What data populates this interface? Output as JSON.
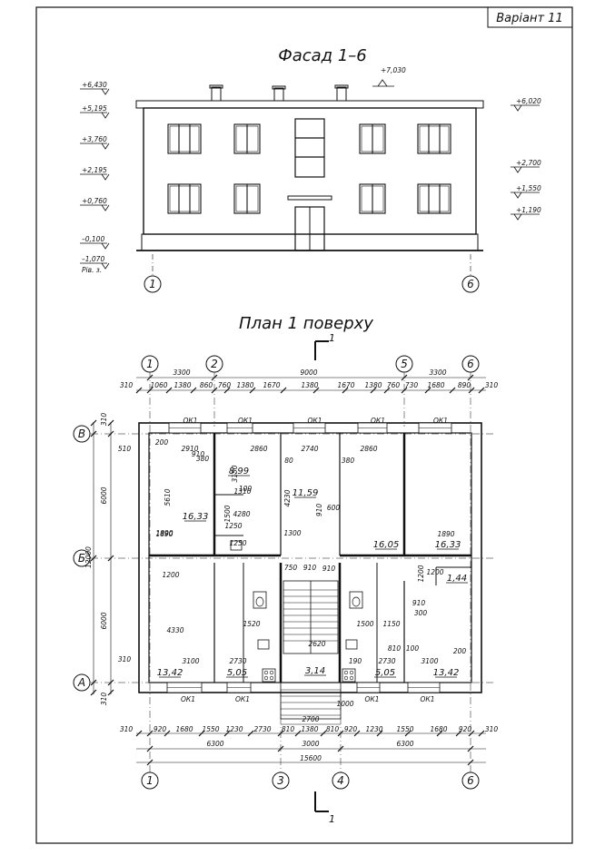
{
  "variant": "Варіант 11",
  "facade": {
    "title": "Фасад 1–6",
    "levels_left": [
      "+6,430",
      "+5,195",
      "+3,760",
      "+2,195",
      "+0,760",
      "–0,100",
      "–1,070"
    ],
    "ground_note": "Рів. з.",
    "levels_right": [
      "+6,020",
      "+2,700",
      "+1,550",
      "+1,190"
    ],
    "roof_level": "+7,030",
    "axes": [
      "1",
      "6"
    ]
  },
  "plan": {
    "title": "План 1 поверху",
    "section_mark": "1",
    "top_axes": [
      "1",
      "2",
      "5",
      "6"
    ],
    "bottom_axes": [
      "1",
      "3",
      "4",
      "6"
    ],
    "row_axes": [
      "В",
      "Б",
      "А"
    ],
    "top_dims_axes": [
      "3300",
      "9000",
      "3300"
    ],
    "top_dims_detail": [
      "310",
      "1060",
      "1380",
      "860",
      "760",
      "1380",
      "1670",
      "1380",
      "1670",
      "1380",
      "760",
      "730",
      "1680",
      "890",
      "310"
    ],
    "bottom_dims_detail": [
      "310",
      "920",
      "1680",
      "1550",
      "1230",
      "2730",
      "810",
      "1380",
      "810",
      "920",
      "1230",
      "1550",
      "1680",
      "920",
      "310"
    ],
    "bottom_dims_axes": [
      "6300",
      "3000",
      "6300"
    ],
    "overall_width": "15600",
    "stair_dim": "2700",
    "left_dims": [
      "310",
      "510",
      "6000",
      "12000",
      "6000",
      "310",
      "310"
    ],
    "window_mark": "ОК1",
    "rooms": [
      {
        "area": "16,33"
      },
      {
        "area": "8,99"
      },
      {
        "area": "11,59"
      },
      {
        "area": "16,05"
      },
      {
        "area": "16,33"
      },
      {
        "area": "13,42"
      },
      {
        "area": "5,05"
      },
      {
        "area": "3,14"
      },
      {
        "area": "5,05"
      },
      {
        "area": "13,42"
      },
      {
        "area": "1,44"
      }
    ],
    "inner_dims": [
      "2910",
      "5610",
      "1890",
      "910",
      "380",
      "200",
      "2860",
      "3150",
      "2740",
      "4230",
      "2860",
      "380",
      "80",
      "100",
      "1310",
      "4280",
      "1500",
      "1250",
      "1250",
      "910",
      "600",
      "1300",
      "1890",
      "910",
      "1200",
      "1890",
      "750",
      "910",
      "1200",
      "910",
      "1200",
      "4330",
      "3100",
      "2730",
      "2620",
      "1520",
      "1500",
      "1150",
      "810",
      "190",
      "3100",
      "2730",
      "300",
      "100",
      "200",
      "1000"
    ]
  }
}
